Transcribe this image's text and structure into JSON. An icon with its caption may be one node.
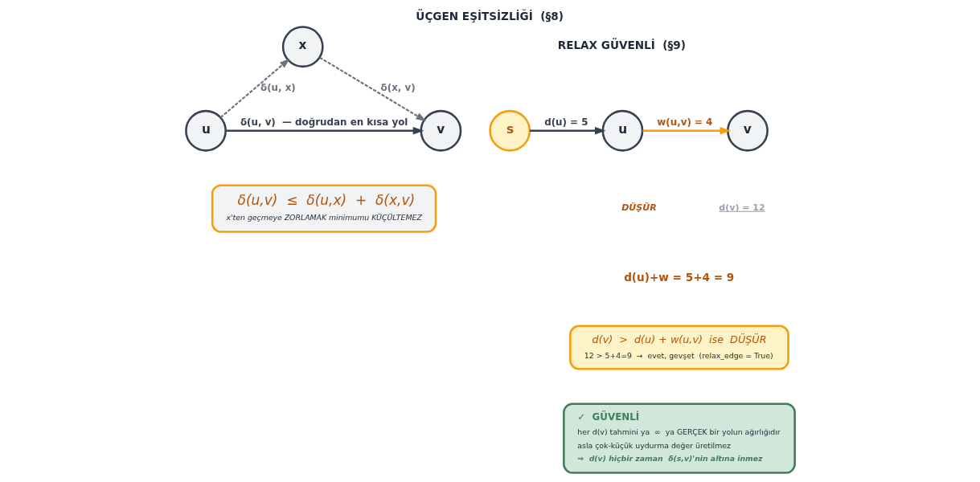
{
  "diagram": {
    "title": "ÜÇGEN EŞİTSİZLİĞİ  (§8)",
    "nodes": [
      {
        "text": [
          "x"
        ]
      },
      {
        "text": [
          "u"
        ]
      },
      {
        "text": [
          "v"
        ]
      },
      {
        "text": [
          "δ(u,v)  ≤  δ(u,x)  +  δ(x,v)",
          "x'ten geçmeye ZORLAMAK minimumu KÜÇÜLTEMEZ"
        ]
      },
      {
        "text": [
          "s"
        ]
      },
      {
        "text": [
          "u"
        ]
      },
      {
        "text": [
          "v"
        ]
      },
      {
        "text": [
          "d(v)  >  d(u) + w(u,v)  ise  DÜŞÜR",
          "12 > 5+4=9  →  evet, gevşet  (relax_edge = True)"
        ]
      },
      {
        "text": [
          "✓  GÜVENLİ",
          "her d(v) tahmini ya  ∞  ya GERÇEK bir yolun ağırlığıdır",
          "asla çok-küçük uydurma değer üretilmez",
          "⇒  d(v) hiçbir zaman  δ(s,v)'nin altına inmez"
        ]
      }
    ],
    "edges": [
      {
        "from": 1,
        "to": 0,
        "arrow": "to",
        "label": "δ(u, x)",
        "style": "dashed",
        "color": "#6b7280"
      },
      {
        "from": 0,
        "to": 2,
        "arrow": "to",
        "label": "δ(x, v)",
        "style": "dashed",
        "color": "#6b7280"
      },
      {
        "from": 1,
        "to": 2,
        "arrow": "to",
        "label": "δ(u, v)  — doğrudan en kısa yol"
      },
      {
        "from": 4,
        "to": 5,
        "arrow": "to",
        "label": "d(u) = 5"
      },
      {
        "from": 5,
        "to": 6,
        "arrow": "to",
        "label": "w(u,v) = 4",
        "color": "#f59e0b"
      }
    ],
    "labels": [
      "RELAX GÜVENLİ  (§9)",
      "DÜŞÜR",
      "d(v) = 12",
      "d(u)+w = 5+4 = 9"
    ]
  }
}
